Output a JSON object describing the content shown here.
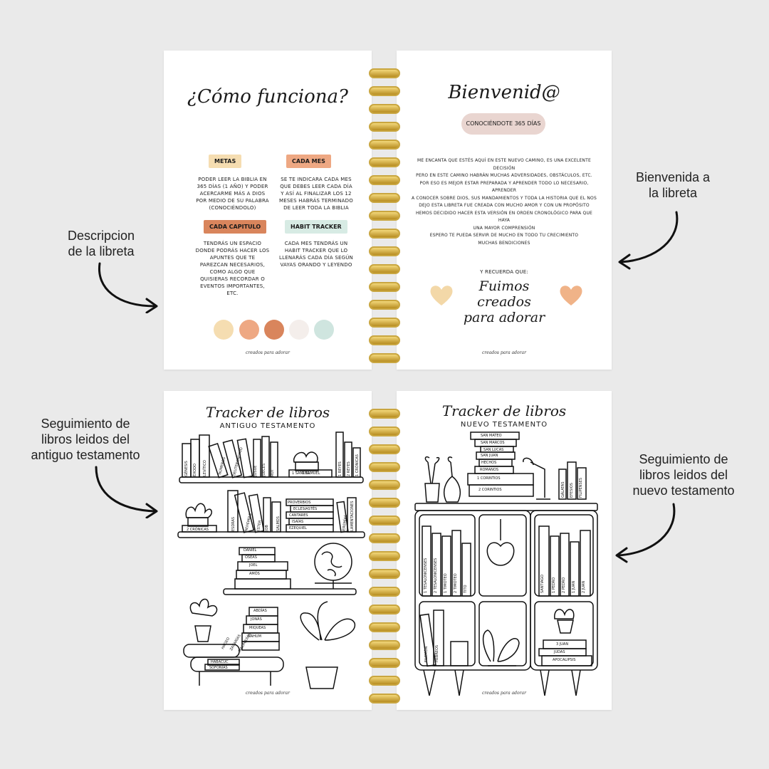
{
  "colors": {
    "background": "#eaeaea",
    "metas": "#f5ddb1",
    "cada_mes": "#eea883",
    "cada_capitulo": "#d9855c",
    "habit_tracker": "#d7ebe4",
    "pill": "#e9d5d0",
    "heart_left": "#f3d8a8",
    "heart_right": "#f0b388",
    "ring": "#c9a640"
  },
  "annotations": {
    "left_top": [
      "Descripcion",
      "de la libreta"
    ],
    "right_top": [
      "Bienvenida a",
      "la libreta"
    ],
    "left_bottom": [
      "Seguimiento de",
      "libros leidos del",
      "antiguo testamento"
    ],
    "right_bottom": [
      "Seguimiento de",
      "libros leidos del",
      "nuevo testamento"
    ]
  },
  "page_como": {
    "title": "¿Cómo funciona?",
    "metas_label": "METAS",
    "metas_text": "PODER LEER LA BIBLIA EN 365 DÍAS (1 AÑO) Y PODER ACERCARME MÁS A DIOS POR MEDIO DE SU PALABRA (CONOCIÉNDOLO)",
    "cada_mes_label": "CADA MES",
    "cada_mes_text": "SE TE INDICARA CADA MES QUE DEBES LEER CADA DÍA Y ASÍ AL FINALIZAR LOS 12 MESES HABRÁS TERMINADO DE LEER TODA LA BIBLIA",
    "cada_capitulo_label": "CADA CAPITULO",
    "cada_capitulo_text": "TENDRÁS UN ESPACIO DONDE PODRÁS HACER LOS APUNTES QUE TE PAREZCAN NECESARIOS, COMO ALGO QUE QUISIERAS RECORDAR O EVENTOS IMPORTANTES, ETC.",
    "habit_label": "HABIT TRACKER",
    "habit_text": "CADA MES TENDRÁS UN HABIT TRACKER QUE LO LLENARÁS CADA DÍA SEGÚN VAYAS ORANDO Y LEYENDO",
    "swatches": [
      "#f5ddb1",
      "#eea883",
      "#d9855c",
      "#f4eeeb",
      "#cfe5df"
    ],
    "footer": "creados para adorar"
  },
  "page_bienvenida": {
    "title": "Bienvenid@",
    "pill": "CONOCIÉNDOTE 365 DÍAS",
    "paragraph": [
      "ME ENCANTA QUE ESTÉS AQUÍ EN ESTE NUEVO CAMINO, ES UNA EXCELENTE",
      "DECISIÓN",
      "PERO EN ESTE CAMINO HABRÁN MUCHAS ADVERSIDADES, OBSTÁCULOS, ETC.",
      "POR ESO ES MEJOR ESTAR PREPARADA Y APRENDER TODO LO NECESARIO, APRENDER",
      "A CONOCER SOBRE DIOS, SUS MANDAMIENTOS Y TODA LA HISTORIA QUE EL NOS",
      "DEJO ESTA LIBRETA FUE CREADA CON MUCHO AMOR Y CON UN PROPÓSITO",
      "HEMOS DECIDIDO HACER ESTA VERSIÓN EN ORDEN CRONOLÓGICO PARA QUE HAYA",
      "UNA MAYOR COMPRENSIÓN",
      "ESPERO TE PUEDA SERVIR DE MUCHO EN TODO TU CRECIMIENTO",
      "MUCHAS BENDICIONES"
    ],
    "recuerda": "Y RECUERDA QUE:",
    "motto_1": "Fuimos creados",
    "motto_2": "para adorar",
    "footer": "creados para adorar"
  },
  "page_at": {
    "title": "Tracker de libros",
    "subtitle": "ANTIGUO TESTAMENTO",
    "shelf1": [
      "GÉNESIS",
      "ÉXODO",
      "LEVÍTICO",
      "NÚMEROS",
      "DEUTERONOMIO",
      "JOSUÉ",
      "JUECES",
      "RUT",
      "1 SAMUEL",
      "2 SAMUEL",
      "1 REYES",
      "2 REYES",
      "1 CRÓNICAS"
    ],
    "shelf2": [
      "2 CRÓNICAS",
      "ESDRAS",
      "NEHEMÍAS",
      "ESTER",
      "JOB",
      "SALMOS",
      "PROVERBIOS",
      "ECLESIASTÉS",
      "CANTARES",
      "ISAÍAS",
      "JEREMÍAS",
      "LAMENTACIONES",
      "EZEQUIEL"
    ],
    "stack1": [
      "DANIEL",
      "OSEAS",
      "JOEL",
      "AMÓS"
    ],
    "stack2": [
      "ABDÍAS",
      "JONÁS",
      "MIQUEAS",
      "NAHUM"
    ],
    "stack3": [
      "HABACUC",
      "SOFONÍAS",
      "HAGEO",
      "ZACARÍAS",
      "MALAQUÍAS"
    ],
    "footer": "creados para adorar"
  },
  "page_nt": {
    "title": "Tracker de libros",
    "subtitle": "NUEVO TESTAMENTO",
    "stack_top": [
      "SAN MATEO",
      "SAN MARCOS",
      "SAN LUCAS",
      "SAN JUAN",
      "HECHOS",
      "ROMANOS",
      "1 CORINTIOS",
      "2 CORINTIOS"
    ],
    "upright_top": [
      "GÁLATAS",
      "EFESIOS",
      "FILIPENSES"
    ],
    "cab_left_top": [
      "1 TESALONICENSES",
      "2 TESALONICENSES",
      "1 TIMOTEO",
      "2 TIMOTEO",
      "TITO"
    ],
    "cab_right_top": [
      "SANTIAGO",
      "1 PEDRO",
      "2 PEDRO",
      "1 JUAN",
      "2 JUAN"
    ],
    "cab_left_bottom": [
      "FILEMÓN",
      "HEBREOS"
    ],
    "cab_right_bottom": [
      "3 JUAN",
      "JUDAS",
      "APOCALIPSIS"
    ],
    "footer": "creados para adorar"
  }
}
